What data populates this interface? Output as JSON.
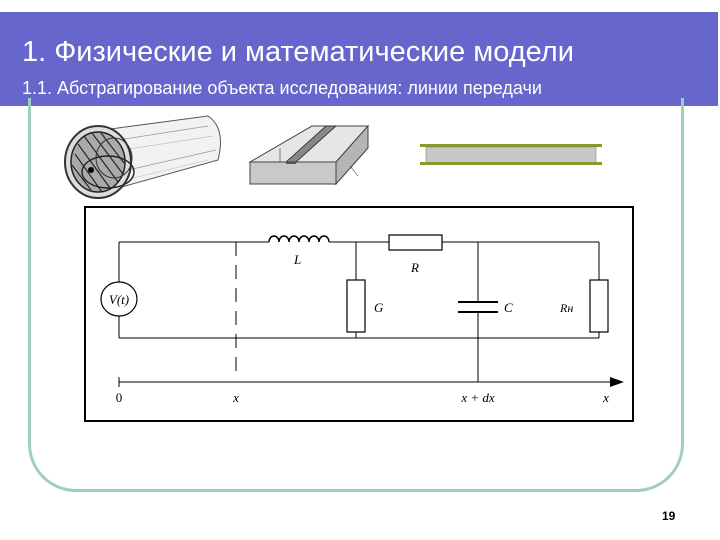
{
  "slide": {
    "title": "1. Физические и математические модели",
    "subtitle": "1.1. Абстрагирование объекта исследования: линии передачи",
    "page_number": "19"
  },
  "circuit": {
    "source_label": "V(t)",
    "inductor_label": "L",
    "resistor_label": "R",
    "conductance_label": "G",
    "capacitor_label": "C",
    "load_label": "Rн",
    "axis_labels": [
      "0",
      "x",
      "x + dx",
      "x"
    ]
  },
  "colors": {
    "header": "#6666cc",
    "frame": "#9ecfbf",
    "stripline_conductor": "#8a9a2a",
    "stripline_dielectric": "#c8c8c8"
  }
}
